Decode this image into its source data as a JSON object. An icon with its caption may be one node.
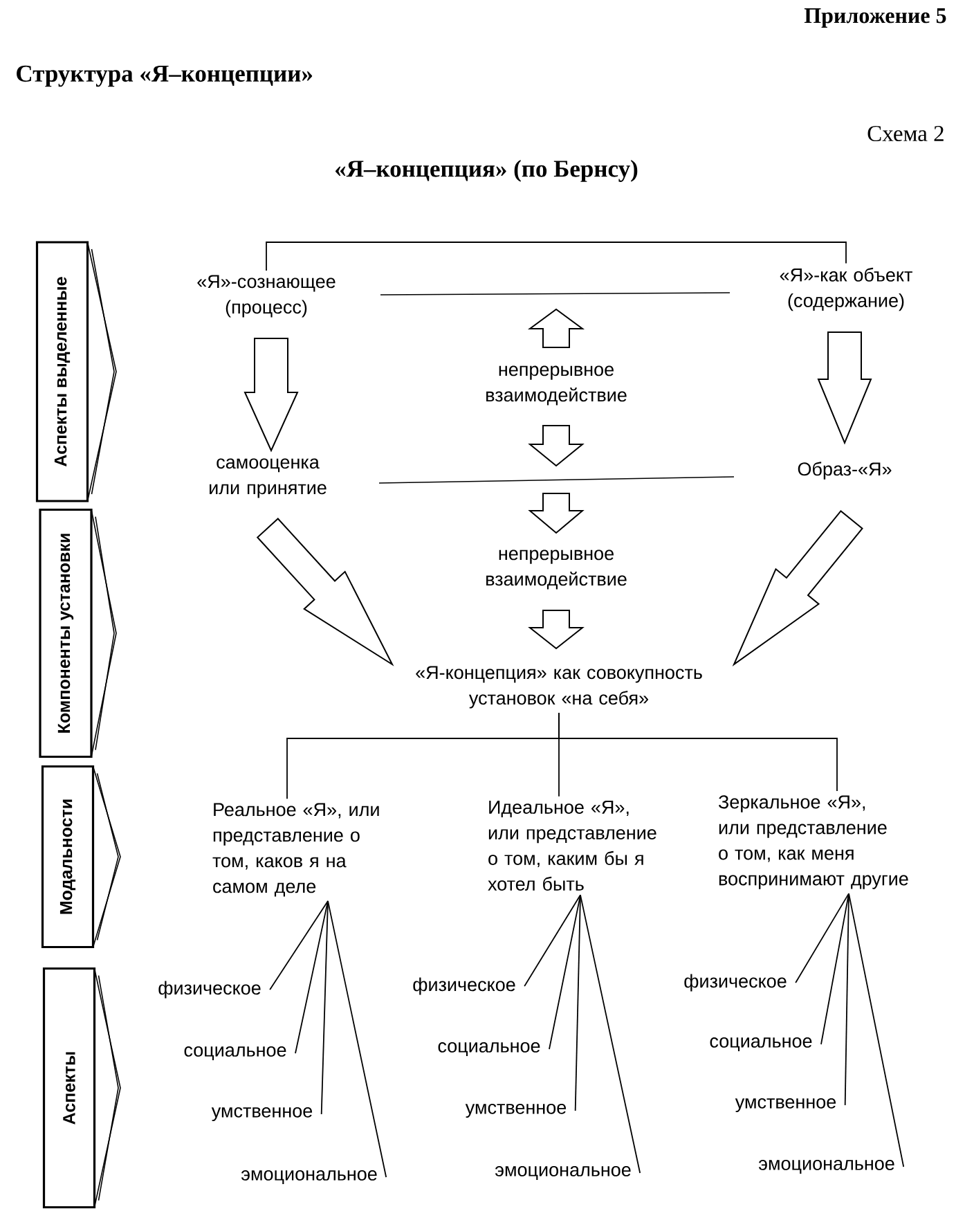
{
  "diagram": {
    "title": "Структура «Я–концепции»",
    "nodes": [
      {
        "text": [
          "Аспекты выделенные"
        ]
      },
      {
        "text": [
          "Компоненты установки"
        ]
      },
      {
        "text": [
          "Модальности"
        ]
      },
      {
        "text": [
          "Аспекты"
        ]
      },
      {
        "text": [
          "«Я»-сознающее (процесс)"
        ]
      },
      {
        "text": [
          "«Я»-как объект (содержание)"
        ]
      },
      {
        "text": [
          "непрерывное взаимодействие"
        ]
      },
      {
        "text": [
          "самооценка или принятие"
        ]
      },
      {
        "text": [
          "Образ-«Я»"
        ]
      },
      {
        "text": [
          "непрерывное взаимодействие"
        ]
      },
      {
        "text": [
          "«Я-концепция» как совокупность установок «на себя»"
        ]
      },
      {
        "text": [
          "Реальное «Я», или представление о том, каков я на самом деле"
        ]
      },
      {
        "text": [
          "Идеальное «Я», или представление о том, каким бы я хотел быть"
        ]
      },
      {
        "text": [
          "Зеркальное «Я», или представление о том, как меня воспринимают другие"
        ]
      },
      {
        "text": [
          "физическое"
        ]
      },
      {
        "text": [
          "социальное"
        ]
      },
      {
        "text": [
          "умственное"
        ]
      },
      {
        "text": [
          "эмоциональное"
        ]
      },
      {
        "text": [
          "физическое"
        ]
      },
      {
        "text": [
          "социальное"
        ]
      },
      {
        "text": [
          "умственное"
        ]
      },
      {
        "text": [
          "эмоциональное"
        ]
      },
      {
        "text": [
          "физическое"
        ]
      },
      {
        "text": [
          "социальное"
        ]
      },
      {
        "text": [
          "умственное"
        ]
      },
      {
        "text": [
          "эмоциональное"
        ]
      }
    ],
    "edges": [
      {
        "from": 4,
        "to": 5,
        "arrow": "none"
      },
      {
        "from": 4,
        "to": 7,
        "arrow": "to",
        "style": "thick"
      },
      {
        "from": 5,
        "to": 8,
        "arrow": "to",
        "style": "thick"
      },
      {
        "from": 7,
        "to": 10,
        "arrow": "to",
        "style": "thick"
      },
      {
        "from": 8,
        "to": 10,
        "arrow": "to",
        "style": "thick"
      },
      {
        "from": 6,
        "to": null,
        "arrow": "to",
        "style": "thick"
      },
      {
        "from": 6,
        "to": null,
        "arrow": "to",
        "style": "thick"
      },
      {
        "from": null,
        "to": 9,
        "arrow": "to",
        "style": "thick"
      },
      {
        "from": 9,
        "to": 10,
        "arrow": "to",
        "style": "thick"
      },
      {
        "from": 10,
        "to": 11,
        "arrow": "none"
      },
      {
        "from": 10,
        "to": 12,
        "arrow": "none"
      },
      {
        "from": 10,
        "to": 13,
        "arrow": "none"
      },
      {
        "from": 11,
        "to": 14,
        "arrow": "none"
      },
      {
        "from": 11,
        "to": 15,
        "arrow": "none"
      },
      {
        "from": 11,
        "to": 16,
        "arrow": "none"
      },
      {
        "from": 11,
        "to": 17,
        "arrow": "none"
      },
      {
        "from": 12,
        "to": 18,
        "arrow": "none"
      },
      {
        "from": 12,
        "to": 19,
        "arrow": "none"
      },
      {
        "from": 12,
        "to": 20,
        "arrow": "none"
      },
      {
        "from": 12,
        "to": 21,
        "arrow": "none"
      },
      {
        "from": 13,
        "to": 22,
        "arrow": "none"
      },
      {
        "from": 13,
        "to": 23,
        "arrow": "none"
      },
      {
        "from": 13,
        "to": 24,
        "arrow": "none"
      },
      {
        "from": 13,
        "to": 25,
        "arrow": "none"
      }
    ],
    "labels": [
      "Приложение 5",
      "Схема 2",
      "«Я–концепция» (по Бернсу)"
    ]
  }
}
